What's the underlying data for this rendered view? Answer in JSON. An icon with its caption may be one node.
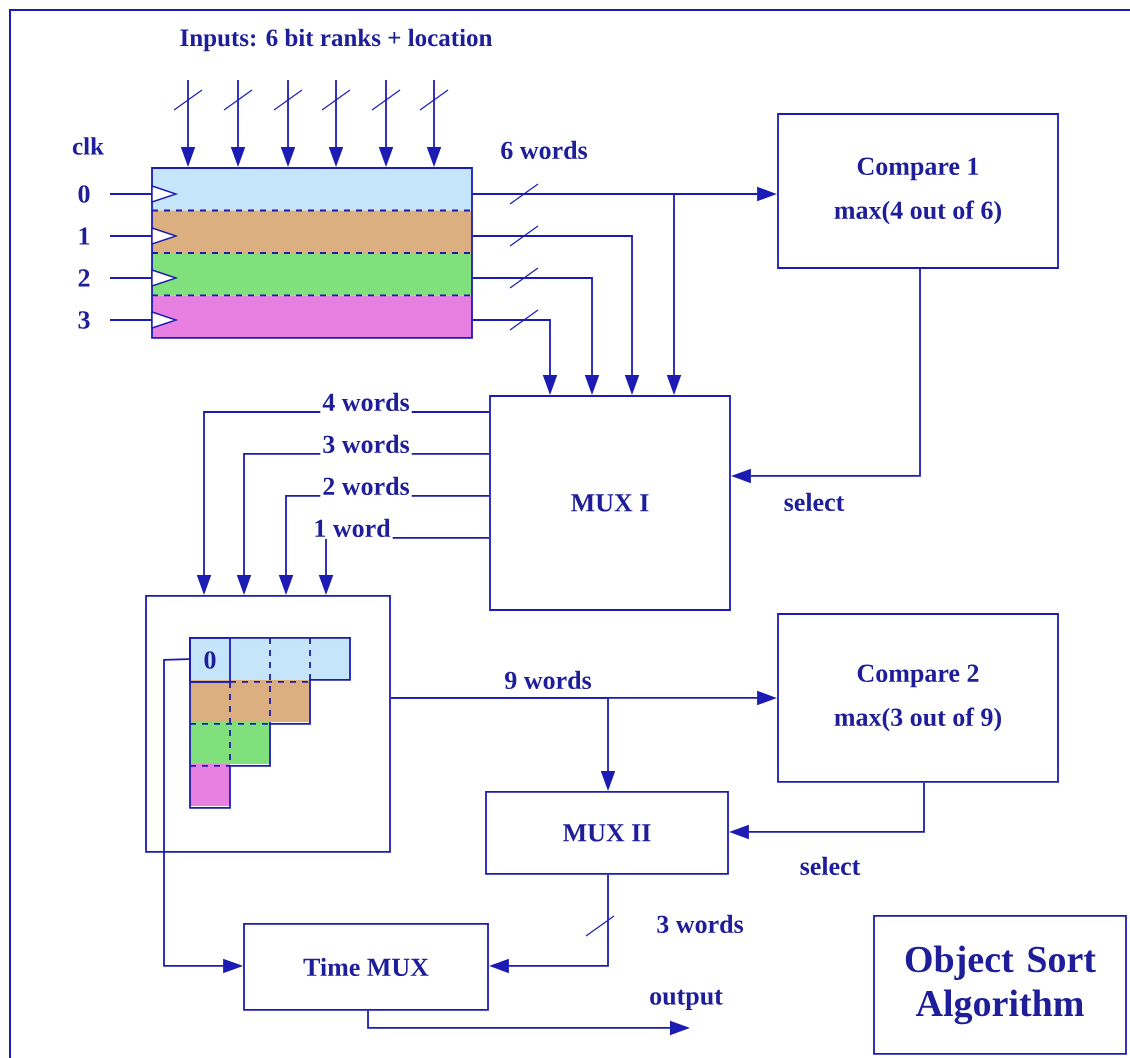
{
  "diagram": {
    "nodes": [
      {
        "text": [],
        "shape": "box"
      },
      {
        "text": [
          "Compare 1",
          "max(4 out of 6)"
        ]
      },
      {
        "text": [
          "MUX I"
        ]
      },
      {
        "text": [],
        "shape": "box"
      },
      {
        "text": [
          "Compare 2",
          "max(3 out of 9)"
        ]
      },
      {
        "text": [
          "MUX II"
        ]
      },
      {
        "text": [
          "Time MUX"
        ]
      },
      {
        "text": [
          "Object Sort Algorithm"
        ]
      }
    ],
    "edges": [
      {
        "from": null,
        "to": 0,
        "arrow": "to"
      },
      {
        "from": null,
        "to": 0,
        "arrow": "to"
      },
      {
        "from": null,
        "to": 0,
        "arrow": "to"
      },
      {
        "from": null,
        "to": 0,
        "arrow": "to"
      },
      {
        "from": null,
        "to": 0,
        "arrow": "to"
      },
      {
        "from": null,
        "to": 0,
        "arrow": "to"
      },
      {
        "from": 0,
        "to": 1,
        "arrow": "to",
        "label": "6 words"
      },
      {
        "from": 0,
        "to": 2,
        "arrow": "to"
      },
      {
        "from": 0,
        "to": 2,
        "arrow": "to"
      },
      {
        "from": 0,
        "to": 2,
        "arrow": "to"
      },
      {
        "from": 0,
        "to": 2,
        "arrow": "to"
      },
      {
        "from": 1,
        "to": 2,
        "arrow": "to",
        "label": "select"
      },
      {
        "from": 2,
        "to": 3,
        "arrow": "to",
        "label": "4 words"
      },
      {
        "from": 2,
        "to": 3,
        "arrow": "to",
        "label": "3 words"
      },
      {
        "from": 2,
        "to": 3,
        "arrow": "to",
        "label": "2 words"
      },
      {
        "from": 2,
        "to": 3,
        "arrow": "to",
        "label": "1 word"
      },
      {
        "from": 3,
        "to": 4,
        "arrow": "to",
        "label": "9 words"
      },
      {
        "from": 3,
        "to": 5,
        "arrow": "to"
      },
      {
        "from": 4,
        "to": 5,
        "arrow": "to",
        "label": "select"
      },
      {
        "from": 5,
        "to": 6,
        "arrow": "to",
        "label": "3 words"
      },
      {
        "from": 3,
        "to": 6,
        "arrow": "to"
      },
      {
        "from": 6,
        "to": null,
        "arrow": "to",
        "label": "output"
      }
    ],
    "labels": [
      "Inputs: 6 bit ranks + location",
      "clk",
      "0",
      "1",
      "2",
      "3",
      "0"
    ]
  }
}
